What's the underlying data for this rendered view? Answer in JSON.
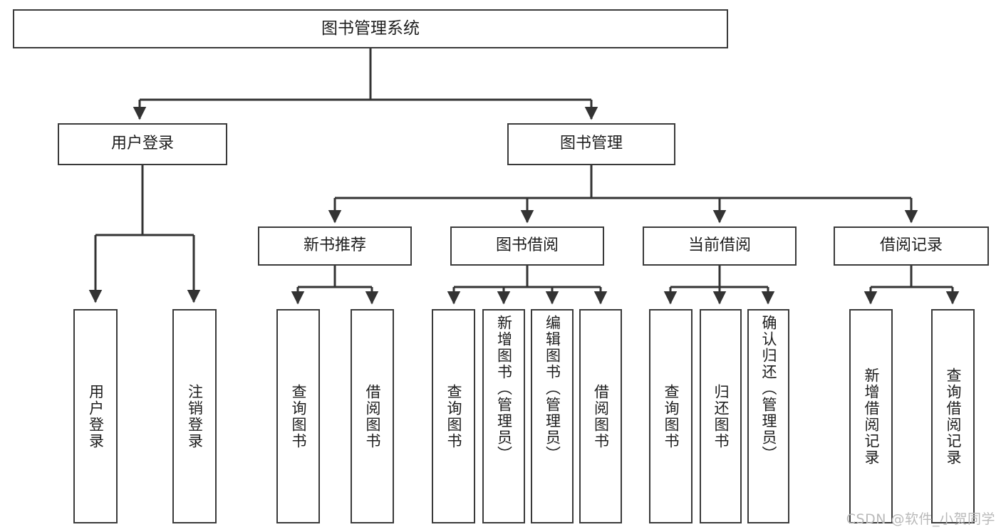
{
  "diagram": {
    "type": "tree",
    "title": "图书管理系统",
    "watermark": "CSDN @软件_小贺同学",
    "colors": {
      "box_border": "#3a3a3a",
      "box_fill": "#ffffff",
      "connector": "#333333",
      "text": "#1d1d1d",
      "watermark": "#b9b9b9"
    },
    "nodes": {
      "root": {
        "label": "图书管理系统"
      },
      "level2": [
        {
          "label": "用户登录"
        },
        {
          "label": "图书管理"
        }
      ],
      "level3": [
        {
          "label": "新书推荐"
        },
        {
          "label": "图书借阅"
        },
        {
          "label": "当前借阅"
        },
        {
          "label": "借阅记录"
        }
      ],
      "leaves_user_login": [
        {
          "label": "用户登录"
        },
        {
          "label": "注销登录"
        }
      ],
      "leaves_new_book": [
        {
          "label": "查询图书"
        },
        {
          "label": "借阅图书"
        }
      ],
      "leaves_borrow": [
        {
          "label": "查询图书"
        },
        {
          "label": "新增图书（管理员）"
        },
        {
          "label": "编辑图书（管理员）"
        },
        {
          "label": "借阅图书"
        }
      ],
      "leaves_current": [
        {
          "label": "查询图书"
        },
        {
          "label": "归还图书"
        },
        {
          "label": "确认归还（管理员）"
        }
      ],
      "leaves_records": [
        {
          "label": "新增借阅记录"
        },
        {
          "label": "查询借阅记录"
        }
      ]
    }
  }
}
